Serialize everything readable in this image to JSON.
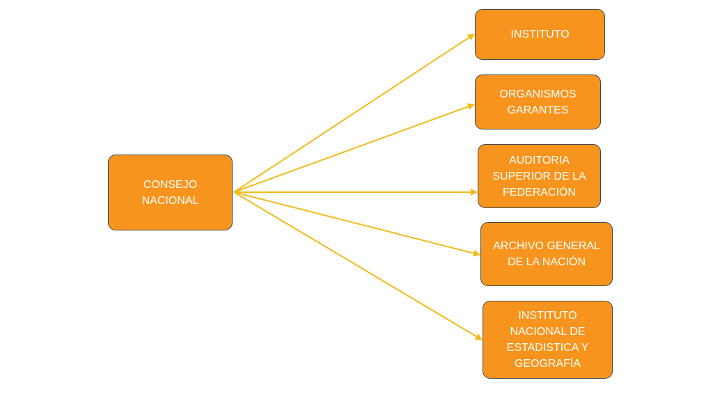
{
  "diagram": {
    "root": {
      "label": "CONSEJO\nNACIONAL"
    },
    "children": [
      {
        "label": "INSTITUTO"
      },
      {
        "label": "ORGANISMOS\nGARANTES"
      },
      {
        "label": "AUDITORIA\nSUPERIOR DE LA\nFEDERACIÓN"
      },
      {
        "label": "ARCHIVO GENERAL\nDE LA NACIÓN"
      },
      {
        "label": "INSTITUTO\nNACIONAL DE\nESTADISTICA Y\nGEOGRAFÍA"
      }
    ]
  },
  "colors": {
    "node_fill": "#f7941d",
    "node_border": "#3f4752",
    "node_text": "#ffffff",
    "connector": "#f2bb16"
  }
}
